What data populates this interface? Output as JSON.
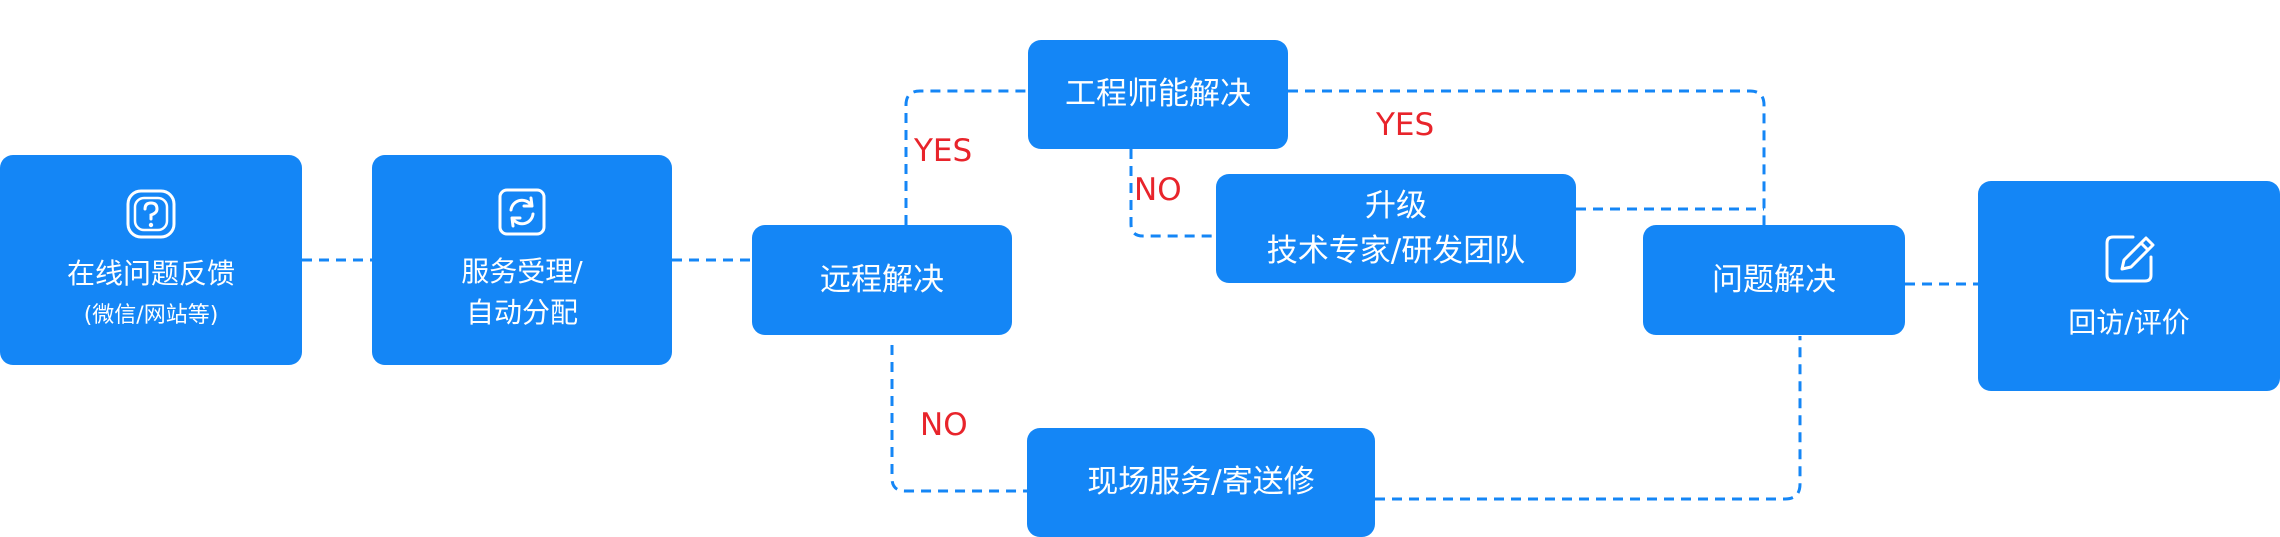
{
  "nodes": {
    "feedback": {
      "line1": "在线问题反馈",
      "line2": "(微信/网站等)",
      "icon": "question-icon"
    },
    "accept": {
      "line1": "服务受理/",
      "line2": "自动分配",
      "icon": "refresh-icon"
    },
    "remote": {
      "label": "远程解决"
    },
    "engineer": {
      "label": "工程师能解决"
    },
    "escalate": {
      "line1": "升级",
      "line2": "技术专家/研发团队"
    },
    "onsite": {
      "label": "现场服务/寄送修"
    },
    "solved": {
      "label": "问题解决"
    },
    "review": {
      "label": "回访/评价",
      "icon": "edit-icon"
    }
  },
  "edge_labels": {
    "remote_yes": "YES",
    "engineer_yes": "YES",
    "engineer_no": "NO",
    "remote_no": "NO"
  },
  "colors": {
    "box": "#1486f6",
    "line": "#1486f6",
    "label": "#e8242b",
    "text": "#ffffff"
  }
}
